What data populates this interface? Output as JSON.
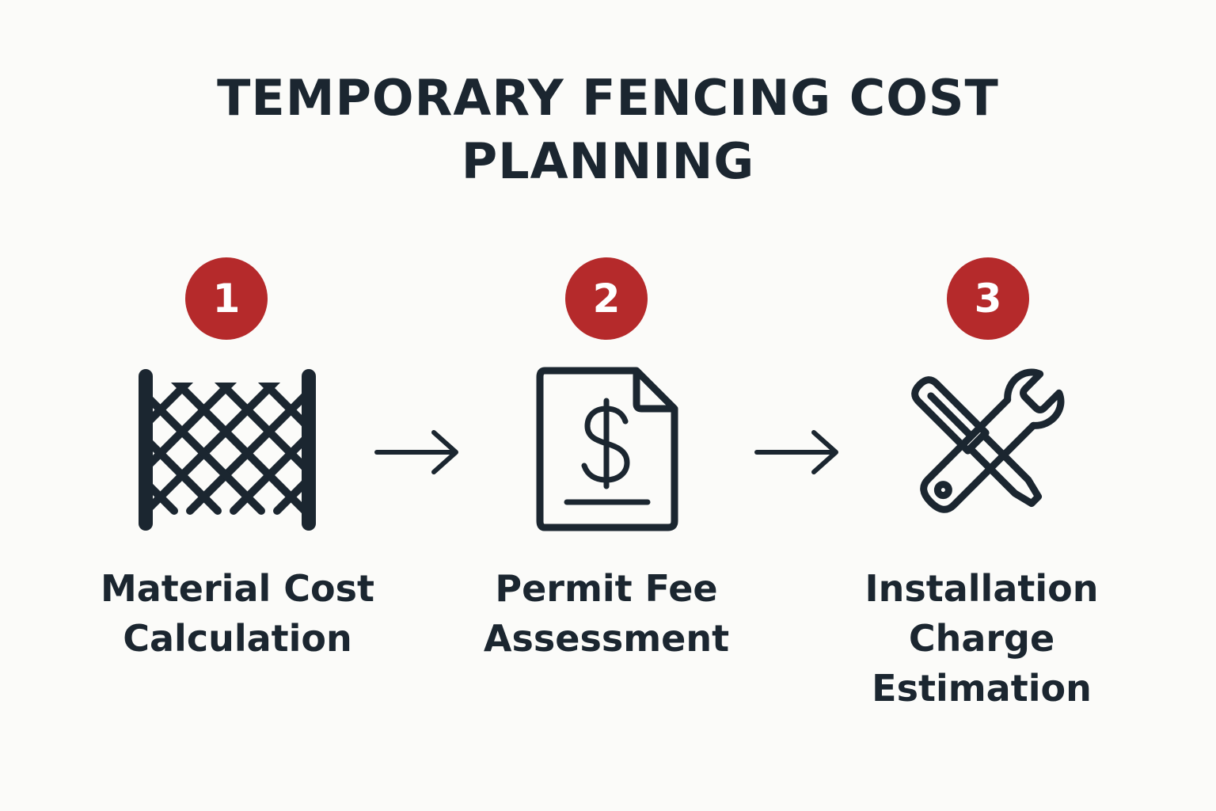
{
  "title": {
    "line1": "TEMPORARY FENCING COST",
    "line2": "PLANNING"
  },
  "steps": [
    {
      "number": "1",
      "icon": "fence-mesh-icon",
      "label_lines": [
        "Material Cost",
        "Calculation"
      ]
    },
    {
      "number": "2",
      "icon": "dollar-document-icon",
      "label_lines": [
        "Permit Fee",
        "Assessment"
      ]
    },
    {
      "number": "3",
      "icon": "wrench-screwdriver-icon",
      "label_lines": [
        "Installation",
        "Charge",
        "Estimation"
      ]
    }
  ],
  "colors": {
    "accent": "#b52a2b",
    "ink": "#1b2630",
    "background": "#fbfbf9"
  }
}
